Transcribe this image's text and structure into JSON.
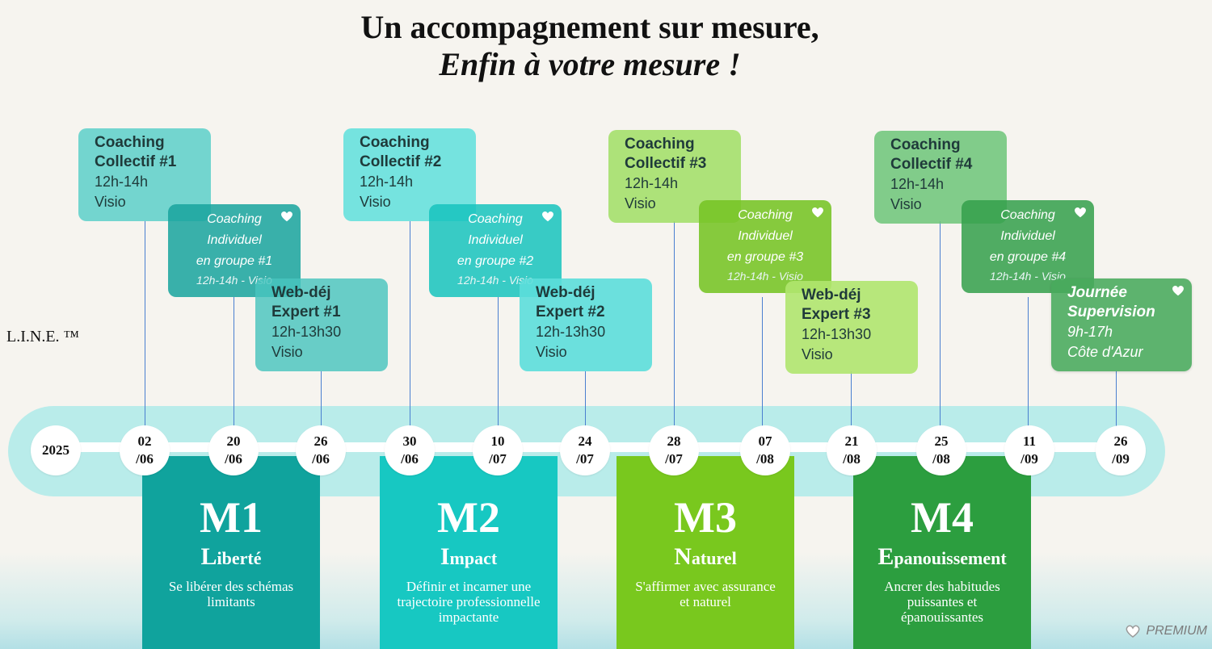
{
  "title_line1": "Un accompagnement sur mesure,",
  "title_line2": "Enfin à votre mesure !",
  "trademark": "L.I.N.E. ™",
  "year": "2025",
  "premium": "PREMIUM",
  "dates": [
    {
      "d": "02",
      "m": "/06"
    },
    {
      "d": "20",
      "m": "/06"
    },
    {
      "d": "26",
      "m": "/06"
    },
    {
      "d": "30",
      "m": "/06"
    },
    {
      "d": "10",
      "m": "/07"
    },
    {
      "d": "24",
      "m": "/07"
    },
    {
      "d": "28",
      "m": "/07"
    },
    {
      "d": "07",
      "m": "/08"
    },
    {
      "d": "21",
      "m": "/08"
    },
    {
      "d": "25",
      "m": "/08"
    },
    {
      "d": "11",
      "m": "/09"
    },
    {
      "d": "26",
      "m": "/09"
    }
  ],
  "modules": [
    {
      "code": "M1",
      "cap": "L",
      "rest": "iberté",
      "desc": "Se libérer des schémas limitants",
      "color": "#10a39d"
    },
    {
      "code": "M2",
      "cap": "I",
      "rest": "mpact",
      "desc": "Définir et incarner une trajectoire professionnelle impactante",
      "color": "#17c8c2"
    },
    {
      "code": "M3",
      "cap": "N",
      "rest": "aturel",
      "desc": "S'affirmer avec assurance et naturel",
      "color": "#79c81e"
    },
    {
      "code": "M4",
      "cap": "E",
      "rest": "panouissement",
      "desc": "Ancrer des habitudes puissantes et épanouissantes",
      "color": "#2c9e3f"
    }
  ],
  "cards": {
    "cc1": {
      "t1": "Coaching",
      "t2": "Collectif #1",
      "l1": "12h-14h",
      "l2": "Visio"
    },
    "ci1": {
      "l1": "Coaching",
      "l2": "Individuel",
      "l3": "en groupe #1",
      "l4": "12h-14h - Visio"
    },
    "we1": {
      "t1": "Web-déj",
      "t2": "Expert #1",
      "l1": "12h-13h30",
      "l2": "Visio"
    },
    "cc2": {
      "t1": "Coaching",
      "t2": "Collectif #2",
      "l1": "12h-14h",
      "l2": "Visio"
    },
    "ci2": {
      "l1": "Coaching",
      "l2": "Individuel",
      "l3": "en groupe #2",
      "l4": "12h-14h - Visio"
    },
    "we2": {
      "t1": "Web-déj",
      "t2": "Expert #2",
      "l1": "12h-13h30",
      "l2": "Visio"
    },
    "cc3": {
      "t1": "Coaching",
      "t2": "Collectif #3",
      "l1": "12h-14h",
      "l2": "Visio"
    },
    "ci3": {
      "l1": "Coaching",
      "l2": "Individuel",
      "l3": "en groupe #3",
      "l4": "12h-14h - Visio"
    },
    "we3": {
      "t1": "Web-déj",
      "t2": "Expert #3",
      "l1": "12h-13h30",
      "l2": "Visio"
    },
    "cc4": {
      "t1": "Coaching",
      "t2": "Collectif #4",
      "l1": "12h-14h",
      "l2": "Visio"
    },
    "ci4": {
      "l1": "Coaching",
      "l2": "Individuel",
      "l3": "en groupe #4",
      "l4": "12h-14h - Visio"
    },
    "js": {
      "t1": "Journée",
      "t2": "Supervision",
      "l1": "9h-17h",
      "l2": "Côte d'Azur"
    }
  }
}
